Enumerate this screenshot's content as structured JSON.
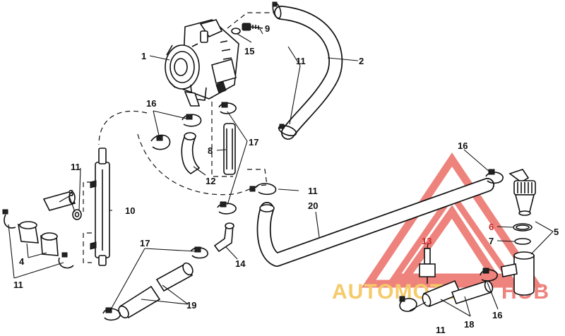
{
  "diagram": {
    "callouts": {
      "c1": "1",
      "c2": "2",
      "c3": "3",
      "c4": "4",
      "c5": "5",
      "c6": "6",
      "c7": "7",
      "c8": "8",
      "c9": "9",
      "c10": "10",
      "c11": "11",
      "c12": "12",
      "c13": "13",
      "c14": "14",
      "c15": "15",
      "c16": "16",
      "c17": "17",
      "c18": "18",
      "c19": "19",
      "c20": "20"
    },
    "watermark": {
      "word_part1": "AUTOMOTO",
      "word_part2": "HUB",
      "color_primary": "#e8534a",
      "color_secondary": "#f2b632"
    }
  }
}
